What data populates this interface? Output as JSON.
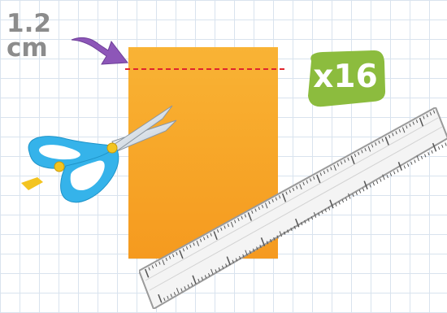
{
  "measurement": {
    "value": "1.2",
    "unit": "cm"
  },
  "quantity_badge": {
    "text": "x16"
  },
  "colors": {
    "grid": "#d9e3ee",
    "label_gray": "#8c8c8c",
    "arrow_purple": "#8d56b8",
    "paper_orange": "#f7a82a",
    "cut_line_red": "#e0252e",
    "badge_green": "#8cbc3e",
    "scissors_blue": "#35b3ea",
    "scissors_yellow": "#f3c420",
    "ruler_gray": "#f2f2f2"
  },
  "icons": {
    "arrow": "arrow-icon",
    "scissors": "scissors-icon",
    "ruler": "ruler-icon"
  }
}
